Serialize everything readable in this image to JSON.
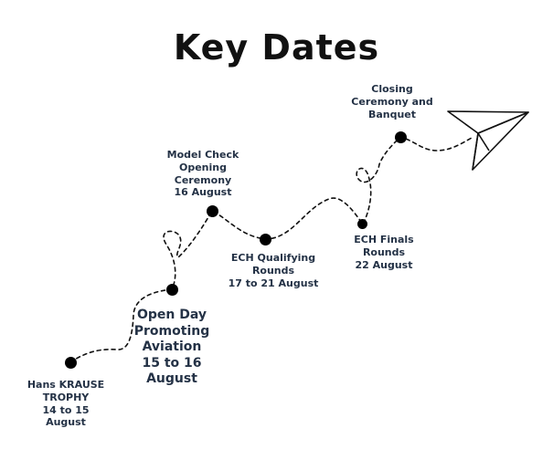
{
  "title": "Key Dates",
  "colors": {
    "text": "#243246",
    "path": "#111111",
    "background": "#ffffff"
  },
  "icons": {
    "end": "paper-plane-icon"
  },
  "milestones": [
    {
      "lines": [
        "Hans KRAUSE",
        "TROPHY",
        "14 to 15",
        "August"
      ]
    },
    {
      "lines": [
        "Open Day",
        "Promoting",
        "Aviation",
        "15 to 16",
        "August"
      ]
    },
    {
      "lines": [
        "Model Check",
        "Opening",
        "Ceremony",
        "16 August"
      ]
    },
    {
      "lines": [
        "ECH Qualifying",
        "Rounds",
        "17 to 21 August"
      ]
    },
    {
      "lines": [
        "ECH Finals",
        "Rounds",
        "22 August"
      ]
    },
    {
      "lines": [
        "Closing",
        "Ceremony and",
        "Banquet"
      ]
    }
  ]
}
